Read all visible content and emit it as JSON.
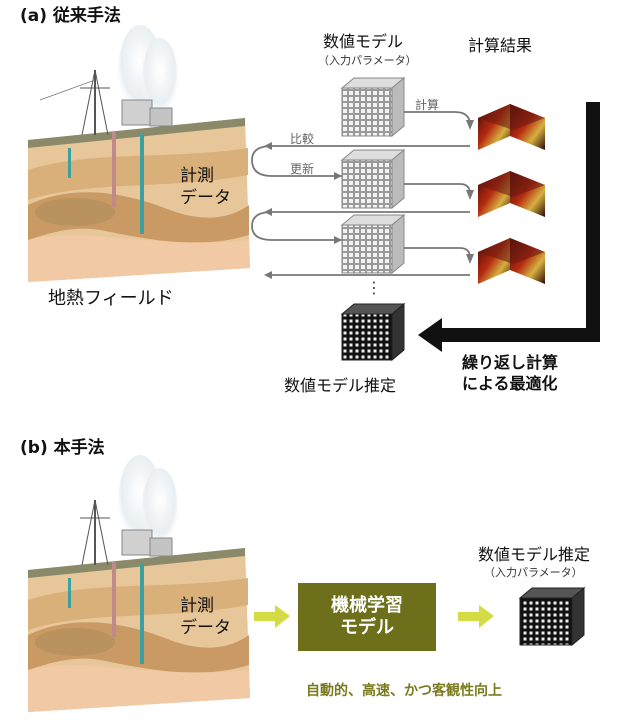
{
  "section_a": {
    "heading": "(a) 従来手法",
    "field_label": "地熱フィールド",
    "measured_label_line1": "計測",
    "measured_label_line2": "データ",
    "model_title": "数値モデル",
    "model_subtitle": "（入力パラメータ）",
    "result_title": "計算結果",
    "arrow_calc": "計算",
    "arrow_compare": "比較",
    "arrow_update": "更新",
    "ellipsis": "⋮",
    "estimated_model": "数値モデル推定",
    "loop_line1": "繰り返し計算",
    "loop_line2": "による最適化"
  },
  "section_b": {
    "heading": "(b) 本手法",
    "measured_label_line1": "計測",
    "measured_label_line2": "データ",
    "ml_line1": "機械学習",
    "ml_line2": "モデル",
    "estimated_title": "数値モデル推定",
    "estimated_subtitle": "（入力パラメータ）",
    "benefit": "自動的、高速、かつ客観性向上"
  },
  "colors": {
    "ml_box": "#6d6f1b",
    "arrow_green": "#d4dc45",
    "benefit_text": "#7a7a1e",
    "ground": "#e7c79a",
    "ground_dark": "#c99a63"
  }
}
